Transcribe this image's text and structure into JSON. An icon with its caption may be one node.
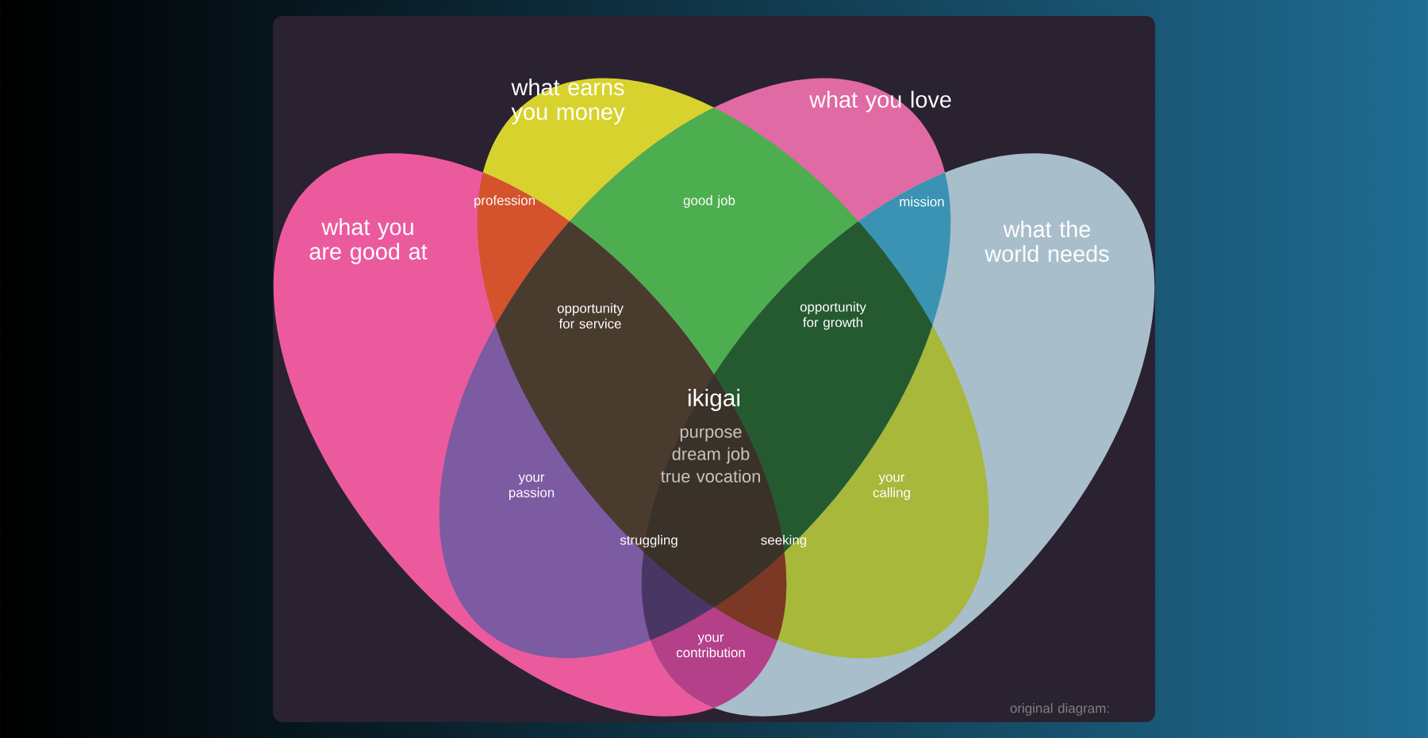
{
  "diagram": {
    "nodes": [
      {
        "text": [
          "what earns you money"
        ]
      },
      {
        "text": [
          "what you love"
        ]
      },
      {
        "text": [
          "what you are good at"
        ]
      },
      {
        "text": [
          "what the world needs"
        ]
      }
    ],
    "labels": [
      "profession",
      "good job",
      "mission",
      "opportunity for service",
      "opportunity for growth",
      "ikigai",
      "purpose",
      "dream job",
      "true vocation",
      "your passion",
      "your calling",
      "struggling",
      "seeking",
      "your contribution",
      "original diagram:"
    ]
  }
}
